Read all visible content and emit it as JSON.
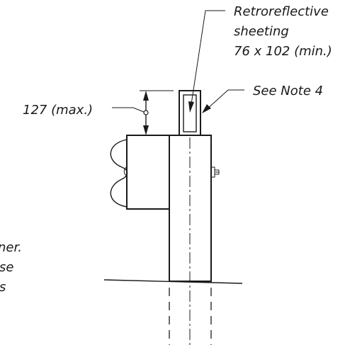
{
  "labels": {
    "retroreflective_line1": "Retroreflective",
    "retroreflective_line2": "sheeting",
    "retroreflective_line3": "76 x 102 (min.)",
    "see_note": "See Note 4",
    "dimension": "127 (max.)",
    "cut_line1": "ner.",
    "cut_line2": "se",
    "cut_line3": "s"
  }
}
